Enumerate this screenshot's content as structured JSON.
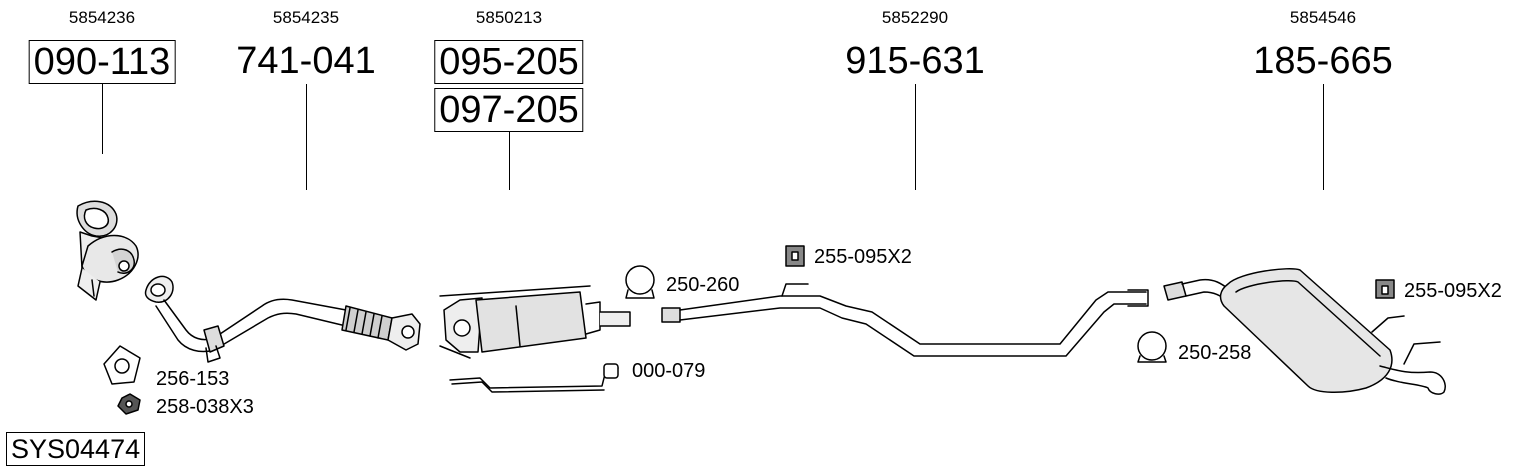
{
  "system_code": "SYS04474",
  "parts": [
    {
      "id": "front-pipe-catalyst",
      "ref": "5854236",
      "number": "090-113",
      "boxed": true
    },
    {
      "id": "flexible-front-pipe",
      "ref": "5854235",
      "number": "741-041",
      "boxed": false
    },
    {
      "id": "particulate-filter",
      "ref": "5850213",
      "number": "095-205",
      "boxed": true,
      "alt_number": "097-205"
    },
    {
      "id": "center-pipe",
      "ref": "5852290",
      "number": "915-631",
      "boxed": false
    },
    {
      "id": "rear-silencer",
      "ref": "5854546",
      "number": "185-665",
      "boxed": false
    }
  ],
  "accessories": {
    "gasket": "256-153",
    "nut": "258-038X3",
    "sensor_pipe": "000-079",
    "clamp_front": "250-260",
    "mount_center": "255-095X2",
    "clamp_rear": "250-258",
    "mount_rear": "255-095X2"
  }
}
